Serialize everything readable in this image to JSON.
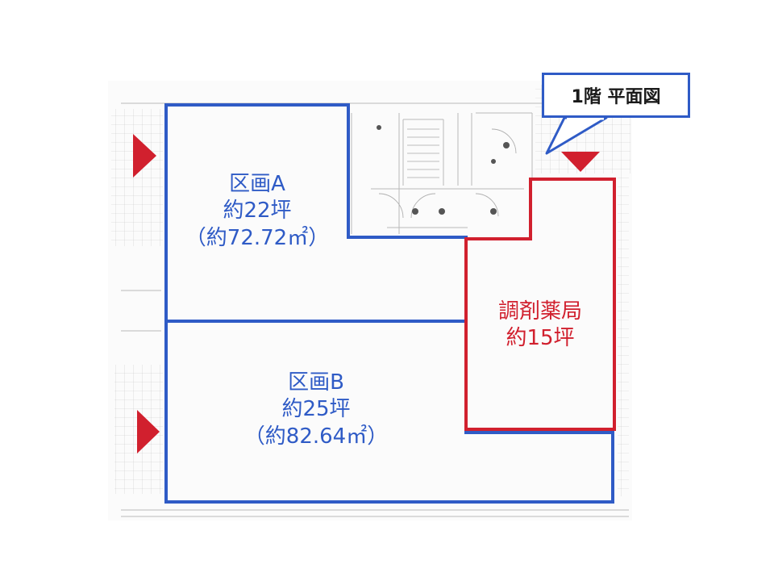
{
  "title": "1階 平面図",
  "areas": [
    {
      "id": "a",
      "name": "区画A",
      "tsubo": "約22坪",
      "sqm": "（約72.72㎡）"
    },
    {
      "id": "b",
      "name": "区画B",
      "tsubo": "約25坪",
      "sqm": "（約82.64㎡）"
    },
    {
      "id": "pharmacy",
      "name": "調剤薬局",
      "tsubo": "約15坪"
    }
  ],
  "colors": {
    "area_outline": "#2f5bc6",
    "pharmacy_outline": "#d1202e",
    "entrance_marker": "#d1202e"
  },
  "icons": [
    "entrance-arrow-icon"
  ]
}
